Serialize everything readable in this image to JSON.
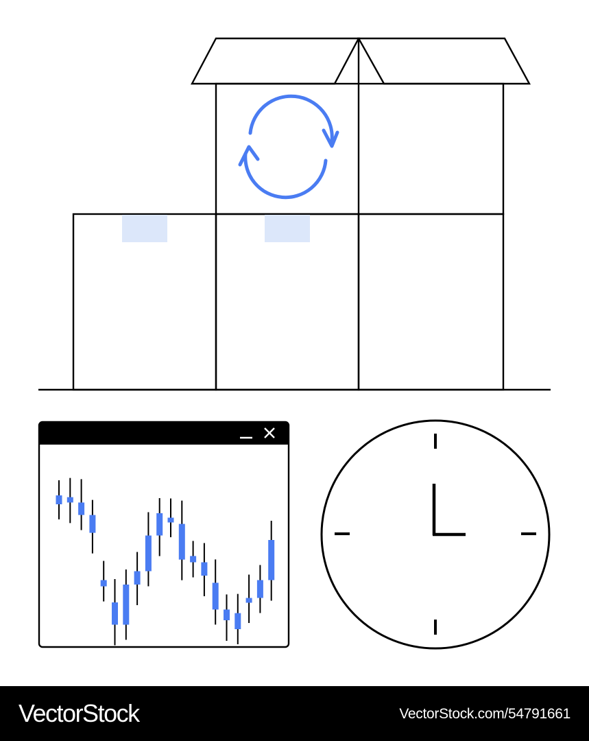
{
  "colors": {
    "line": "#000000",
    "accent": "#4a7cf2",
    "tape": "#dce7fa",
    "background": "#ffffff",
    "footer_bg": "#000000",
    "footer_text": "#ffffff"
  },
  "illustration": {
    "icons": [
      "box-stack",
      "refresh-cycle-icon",
      "packing-tape",
      "candlestick-chart-window",
      "minimize-icon",
      "close-icon",
      "clock-icon"
    ],
    "clock": {
      "hour": 3,
      "minute": 0
    },
    "candles": [
      {
        "o": 0.5,
        "c": 0.6
      },
      {
        "o": 0.58,
        "c": 0.52
      },
      {
        "o": 0.52,
        "c": 0.38
      },
      {
        "o": 0.38,
        "c": 0.18
      },
      {
        "o": -0.35,
        "c": -0.42
      },
      {
        "o": -0.6,
        "c": -0.85
      },
      {
        "o": -0.85,
        "c": -0.4
      },
      {
        "o": -0.4,
        "c": -0.25
      },
      {
        "o": -0.25,
        "c": 0.15
      },
      {
        "o": 0.15,
        "c": 0.4
      },
      {
        "o": 0.35,
        "c": 0.3
      },
      {
        "o": 0.28,
        "c": -0.12
      },
      {
        "o": -0.08,
        "c": -0.15
      },
      {
        "o": -0.15,
        "c": -0.3
      },
      {
        "o": -0.38,
        "c": -0.68
      },
      {
        "o": -0.68,
        "c": -0.8
      },
      {
        "o": -0.72,
        "c": -0.9
      },
      {
        "o": -0.6,
        "c": -0.55
      },
      {
        "o": -0.55,
        "c": -0.35
      },
      {
        "o": -0.35,
        "c": 0.1
      }
    ]
  },
  "footer": {
    "logo_text": "VectorStock",
    "url_text": "VectorStock.com/54791661"
  }
}
